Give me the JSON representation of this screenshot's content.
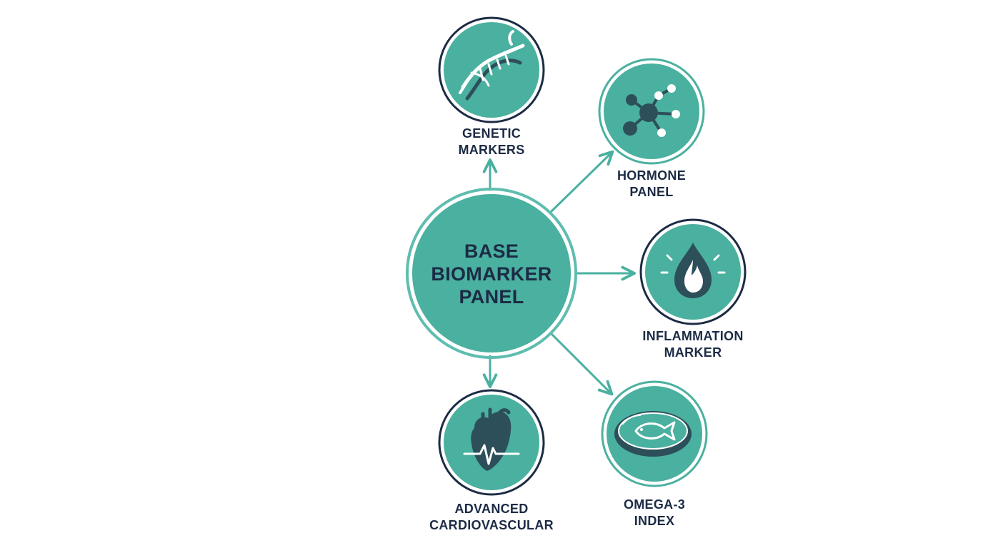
{
  "center": {
    "line1": "BASE",
    "line2": "BIOMARKER",
    "line3": "PANEL"
  },
  "nodes": [
    {
      "id": "genetic",
      "line1": "GENETIC",
      "line2": "MARKERS",
      "icon": "dna-icon"
    },
    {
      "id": "hormone",
      "line1": "HORMONE",
      "line2": "PANEL",
      "icon": "molecule-icon"
    },
    {
      "id": "inflammation",
      "line1": "INFLAMMATION",
      "line2": "MARKER",
      "icon": "flame-drop-icon"
    },
    {
      "id": "omega",
      "line1": "OMEGA-3",
      "line2": "INDEX",
      "icon": "fish-capsule-icon"
    },
    {
      "id": "cardio",
      "line1": "ADVANCED",
      "line2": "CARDIOVASCULAR",
      "icon": "heart-icon"
    }
  ],
  "colors": {
    "teal": "#4ab0a0",
    "teal_light": "#5fbdaf",
    "navy": "#1c2b45",
    "dark_icon": "#2d4f5a",
    "white": "#ffffff"
  }
}
